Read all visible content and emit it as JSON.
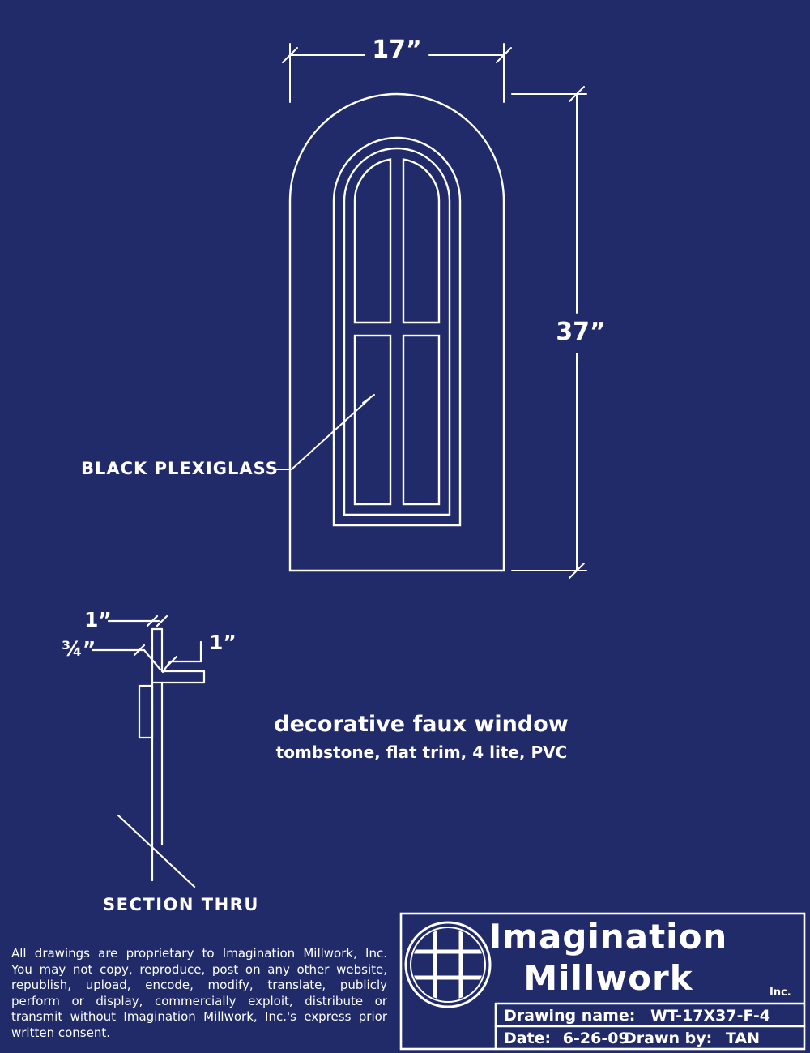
{
  "palette": {
    "background": "#212b6a",
    "line": "#ffffff"
  },
  "elevation": {
    "width_dim": "17”",
    "height_dim": "37”",
    "glass_label": "BLACK PLEXIGLASS"
  },
  "section": {
    "dim_top": "1”",
    "dim_thickness": "¾”",
    "dim_side": "1”",
    "caption": "SECTION THRU"
  },
  "description": {
    "title": "decorative faux window",
    "subtitle": "tombstone, flat trim, 4 lite, PVC"
  },
  "copyright": {
    "lines": [
      "All drawings are proprietary to Imagination Millwork, Inc.",
      "You may not copy, reproduce, post on any other website,",
      "republish, upload, encode, modify, translate, publicly",
      "perform or display, commercially exploit, distribute or",
      "transmit without Imagination Millwork, Inc.'s express prior",
      "written consent."
    ]
  },
  "title_block": {
    "company_line1": "Imagination",
    "company_line2": "Millwork",
    "inc": "Inc.",
    "drawing_name_label": "Drawing name:",
    "drawing_name_value": "WT-17X37-F-4",
    "date_label": "Date:",
    "date_value": "6-26-09",
    "drawn_by_label": "Drawn by:",
    "drawn_by_value": "TAN"
  }
}
